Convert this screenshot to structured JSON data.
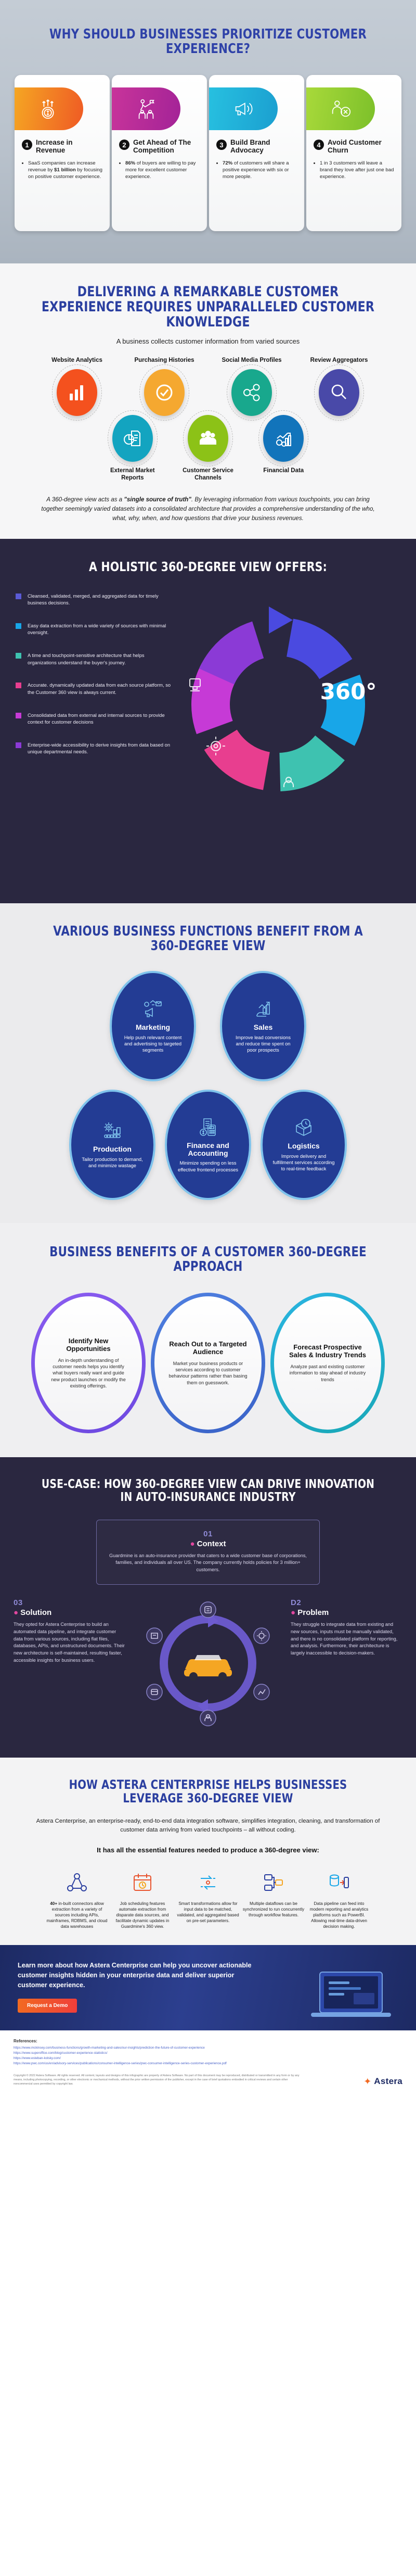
{
  "section1": {
    "title": "WHY SHOULD BUSINESSES PRIORITIZE CUSTOMER EXPERIENCE?",
    "cards": [
      {
        "number": "1",
        "title": "Increase in Revenue",
        "icon": "money-growth-icon",
        "color_from": "#f5a623",
        "color_to": "#ef5a24",
        "bullets": [
          "SaaS companies can increase revenue by $1 billion by focusing on positive customer experience."
        ],
        "bullets_bold": [
          "$1 billion"
        ]
      },
      {
        "number": "2",
        "title": "Get Ahead of The Competition",
        "icon": "team-summit-flag-icon",
        "color_from": "#c8349a",
        "color_to": "#a32397",
        "bullets": [
          "86% of buyers are willing to pay more for excellent customer experience."
        ],
        "bullets_bold": [
          "86%"
        ]
      },
      {
        "number": "3",
        "title": "Build Brand Advocacy",
        "icon": "megaphone-share-icon",
        "color_from": "#27c0e0",
        "color_to": "#1b9fd0",
        "bullets": [
          "72% of customers will share a positive experience with six or more people."
        ],
        "bullets_bold": [
          "72%"
        ]
      },
      {
        "number": "4",
        "title": "Avoid Customer Churn",
        "icon": "customer-churn-icon",
        "color_from": "#a8d93a",
        "color_to": "#7cc02a",
        "bullets": [
          "1 in 3 customers will leave a brand they love after just one bad experience."
        ],
        "bullets_bold": []
      }
    ]
  },
  "section2": {
    "title": "DELIVERING A REMARKABLE CUSTOMER EXPERIENCE REQUIRES UNPARALLELED CUSTOMER KNOWLEDGE",
    "subtitle": "A business collects customer information from varied sources",
    "sources_top": [
      {
        "label": "Website Analytics",
        "icon": "bar-chart-icon",
        "color": "#f4511e"
      },
      {
        "label": "Purchasing Histories",
        "icon": "check-circle-icon",
        "color": "#f5a830"
      },
      {
        "label": "Social Media Profiles",
        "icon": "network-users-icon",
        "color": "#18a88d"
      },
      {
        "label": "Review Aggregators",
        "icon": "magnifier-icon",
        "color": "#4949a8"
      }
    ],
    "sources_bottom": [
      {
        "label": "External Market Reports",
        "icon": "report-piechart-icon",
        "color": "#13a4c0"
      },
      {
        "label": "Customer Service Channels",
        "icon": "people-group-icon",
        "color": "#8cc217"
      },
      {
        "label": "Financial Data",
        "icon": "analytics-gear-icon",
        "color": "#1274bb"
      }
    ],
    "quote_before": "A 360-degree view acts as a ",
    "quote_bold": "\"single source of truth\"",
    "quote_after": ". By leveraging information from various touchpoints, you can bring together seemingly varied datasets into a consolidated architecture that provides a comprehensive understanding of the who, what, why, when, and how questions that drive your business revenues."
  },
  "section3": {
    "title": "A HOLISTIC 360-DEGREE VIEW OFFERS:",
    "badge": "360°",
    "bullets": [
      {
        "color": "#5b5bd6",
        "text": "Cleansed, validated, merged, and aggregated data for timely business decisions."
      },
      {
        "color": "#18a6e8",
        "text": "Easy data extraction from a wide variety of sources with minimal oversight."
      },
      {
        "color": "#3ec2b0",
        "text": "A time and touchpoint-sensitive architecture that helps organizations understand the buyer's journey."
      },
      {
        "color": "#e83e8f",
        "text": "Accurate. dynamically updated data from each source platform, so the Customer 360 view is always current."
      },
      {
        "color": "#c63ad6",
        "text": "Consolidated data from external and internal sources to provide context for customer decisions"
      },
      {
        "color": "#8b3ad6",
        "text": "Enterprise-wide accessibility to derive insights from data based on unique departmental needs."
      }
    ],
    "donut_segments": [
      {
        "color": "#4a4ae0"
      },
      {
        "color": "#18a6e8"
      },
      {
        "color": "#3ec2b0"
      },
      {
        "color": "#e83e8f"
      },
      {
        "color": "#c63ad6"
      },
      {
        "color": "#8b3ad6"
      }
    ]
  },
  "section4": {
    "title": "VARIOUS BUSINESS FUNCTIONS BENEFIT FROM A 360-DEGREE VIEW",
    "functions": [
      {
        "name": "Marketing",
        "icon": "marketing-megaphone-icon",
        "desc": "Help push relevant content and advertising to targeted segments"
      },
      {
        "name": "Sales",
        "icon": "sales-growth-hand-icon",
        "desc": "Improve lead conversions and reduce time spent on poor prospects"
      },
      {
        "name": "Production",
        "icon": "gear-factory-icon",
        "desc": "Tailor production to demand, and minimize wastage"
      },
      {
        "name": "Finance and Accounting",
        "icon": "calculator-invoice-icon",
        "desc": "Minimize spending on less effective frontend processes"
      },
      {
        "name": "Logistics",
        "icon": "delivery-clock-box-icon",
        "desc": "Improve delivery and fulfillment services according to real-time feedback"
      }
    ]
  },
  "section5": {
    "title": "BUSINESS BENEFITS OF A CUSTOMER 360-DEGREE APPROACH",
    "benefits": [
      {
        "title": "Identify New Opportunities",
        "desc": "An in-depth understanding of customer needs helps you identify what buyers really want and guide new product launches or modify the existing offerings.",
        "ring_from": "#8a5cf0",
        "ring_to": "#6d49e0"
      },
      {
        "title": "Reach Out to a Targeted Audience",
        "desc": "Market your business products or services according to customer behaviour patterns rather than basing them on guesswork.",
        "ring_from": "#4f7fe0",
        "ring_to": "#3a63c8"
      },
      {
        "title": "Forecast Prospective Sales & Industry Trends",
        "desc": "Analyze past and existing customer information to stay ahead of industry trends",
        "ring_from": "#2ab4e0",
        "ring_to": "#19a8b8"
      }
    ]
  },
  "section6": {
    "title": "USE-CASE: HOW 360-DEGREE VIEW CAN DRIVE INNOVATION IN AUTO-INSURANCE INDUSTRY",
    "context": {
      "step": "01",
      "heading": "Context",
      "text": "Guardmine is an auto-insurance provider that caters to a wide customer base of corporations, families, and individuals all over US. The company currently holds policies for 3 million+ customers."
    },
    "problem": {
      "step": "D2",
      "heading": "Problem",
      "text": "They struggle to integrate data from existing and new sources, inputs must be manually validated, and there is no consolidated platform for reporting, and analysis. Furthermore, their architecture is largely inaccessible to decision-makers."
    },
    "solution": {
      "step": "03",
      "heading": "Solution",
      "text": "They opted for Astera Centerprise to build an automated data pipeline, and integrate customer data from various sources, including flat files, databases, APIs, and unstructured documents. Their new architecture is self-maintained, resulting faster, accessible insights for business users."
    }
  },
  "section7": {
    "title": "HOW ASTERA CENTERPRISE HELPS BUSINESSES LEVERAGE 360-DEGREE VIEW",
    "paragraph": "Astera Centerprise, an enterprise-ready, end-to-end data integration software, simplifies integration, cleaning, and transformation of customer data arriving from varied touchpoints – all without coding.",
    "subtitle": "It has all the essential features needed to produce a 360-degree view:",
    "features": [
      {
        "icon": "connectors-icon",
        "bold": "40+",
        "text": "in-built connectors allow extraction from a variety of sources including APIs, mainframes, RDBMS, and cloud data warehouses"
      },
      {
        "icon": "job-scheduling-icon",
        "bold": "",
        "text": "Job scheduling features automate extraction from disparate data sources, and facilitate dynamic updates in Guardmine's 360 view."
      },
      {
        "icon": "transformations-icon",
        "bold": "",
        "text": "Smart transformations allow for input data to be matched, validated, and aggregated based on pre-set parameters."
      },
      {
        "icon": "dataflows-icon",
        "bold": "",
        "text": "Multiple dataflows can be synchronized to run concurrently through workflow features."
      },
      {
        "icon": "data-pipeline-icon",
        "bold": "",
        "text": "Data pipeline can feed into modern reporting and analytics platforms such as PowerBI. Allowing real-time data-driven decision making."
      }
    ]
  },
  "cta": {
    "headline": "Learn more about how Astera Centerprise can help you uncover actionable customer insights hidden in your enterprise data and deliver superior customer experience.",
    "button": "Request a Demo"
  },
  "footer": {
    "heading": "References:",
    "links": [
      "https://www.mckinsey.com/business-functions/growth-marketing-and-sales/our-insights/prediction-the-future-of-customer-experience",
      "https://www.superoffice.com/blog/customer-experience-statistics/",
      "https://www.esteban-kolsky.com/",
      "https://www.pwc.com/us/en/advisory-services/publications/consumer-intelligence-series/pwc-consumer-intelligence-series-customer-experience.pdf"
    ],
    "copyright": "Copyright © 2022 Astera Software. All rights reserved. All content, layouts and designs of this infographic are property of Astera Software. No part of this document may be reproduced, distributed or transmitted in any form or by any means, including photocopying, recording, or other electronic or mechanical methods, without the prior written permission of the publisher, except in the case of brief quotations embodied in critical reviews and certain other noncommercial uses permitted by copyright law.",
    "brand": "Astera"
  }
}
